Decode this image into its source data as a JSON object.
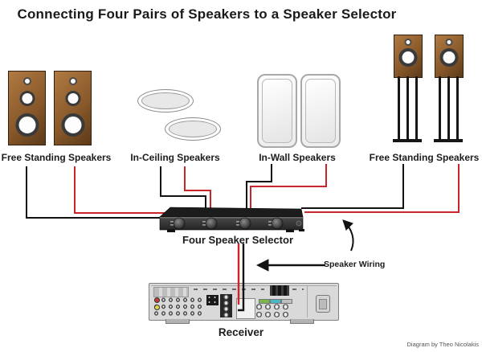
{
  "diagram": {
    "title": "Connecting Four Pairs of Speakers to a Speaker Selector",
    "credit": "Diagram by Theo Nicolakis"
  },
  "speaker_groups": [
    {
      "id": "free-standing-left",
      "label": "Free Standing Speakers",
      "count": 2,
      "style": "floor-standing tower, brown cabinet, 3 drivers"
    },
    {
      "id": "in-ceiling",
      "label": "In-Ceiling Speakers",
      "count": 2,
      "style": "round ceiling grille, shown as ovals"
    },
    {
      "id": "in-wall",
      "label": "In-Wall Speakers",
      "count": 2,
      "style": "rounded rectangular wall grille"
    },
    {
      "id": "free-standing-right",
      "label": "Free Standing Speakers",
      "count": 2,
      "style": "bookshelf speaker on black stand"
    }
  ],
  "devices": [
    {
      "id": "speaker-selector",
      "label": "Four Speaker Selector",
      "knob_count": 4
    },
    {
      "id": "receiver",
      "label": "Receiver"
    }
  ],
  "annotations": [
    {
      "id": "speaker-wiring",
      "label": "Speaker Wiring"
    }
  ],
  "wiring": {
    "wire_colors": [
      "black",
      "red"
    ],
    "connections": [
      "free-standing-left -> speaker-selector (black + red pair)",
      "in-ceiling -> speaker-selector (black + red pair)",
      "in-wall -> speaker-selector (black + red pair)",
      "free-standing-right -> speaker-selector (black + red pair)",
      "speaker-selector -> receiver (black + red pair, labeled Speaker Wiring)"
    ]
  },
  "colors": {
    "background": "#ffffff",
    "wire_black": "#121212",
    "wire_red": "#c9252b",
    "speaker_cabinet_brown": "#8a5a2b",
    "selector_body": "#2e2e2e",
    "receiver_chassis": "#d9d9d9",
    "terminal_tab_green": "#7ab648",
    "terminal_tab_cyan": "#4ab8c4",
    "terminal_tab_silver": "#c0c0c0"
  }
}
